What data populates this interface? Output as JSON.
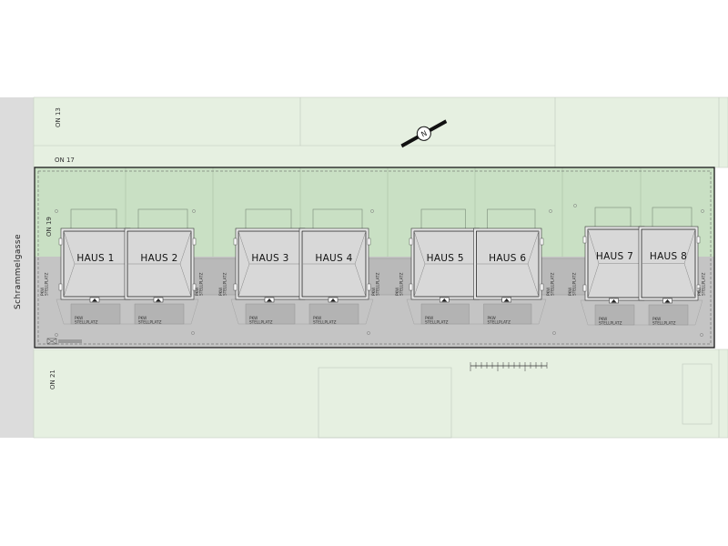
{
  "street": {
    "name": "Schrammelgasse"
  },
  "neighbors": {
    "top": "ON 13",
    "upper": "ON 17",
    "left": "ON 19",
    "bottom": "ON 21"
  },
  "houses": [
    "HAUS 1",
    "HAUS 2",
    "HAUS 3",
    "HAUS 4",
    "HAUS 5",
    "HAUS 6",
    "HAUS 7",
    "HAUS 8"
  ],
  "parking": {
    "line1": "PKW",
    "line2": "STELLPLATZ"
  },
  "colors": {
    "background": "#ffffff",
    "neighbor_lot": "#e6f0e1",
    "garden": "#c9e0c4",
    "paving": "#c4c4c4",
    "roof": "#d8d8d8",
    "street": "#dcdcdc",
    "outline": "#1a1a1a"
  },
  "icons": [
    "north-arrow-icon",
    "scale-bar-icon"
  ]
}
